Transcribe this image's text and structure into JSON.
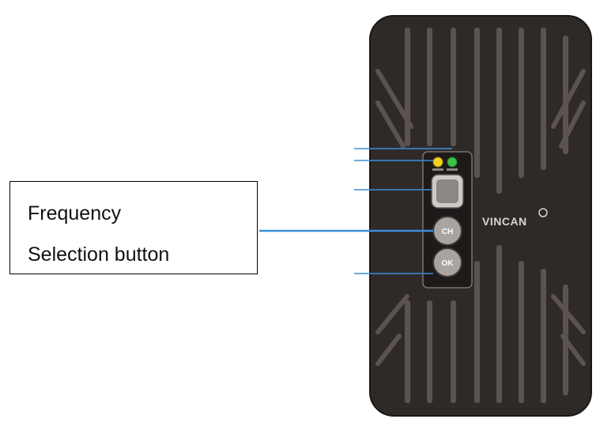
{
  "callout": {
    "line1": "Frequency",
    "line2": "Selection button"
  },
  "device": {
    "brand": "VINCAN",
    "buttons": [
      {
        "label": "CH"
      },
      {
        "label": "OK"
      }
    ],
    "leds": [
      {
        "color": "#f2d21b"
      },
      {
        "color": "#3cc24a"
      }
    ],
    "body_color": "#2f2a28",
    "line_color": "#3a8fd8"
  }
}
